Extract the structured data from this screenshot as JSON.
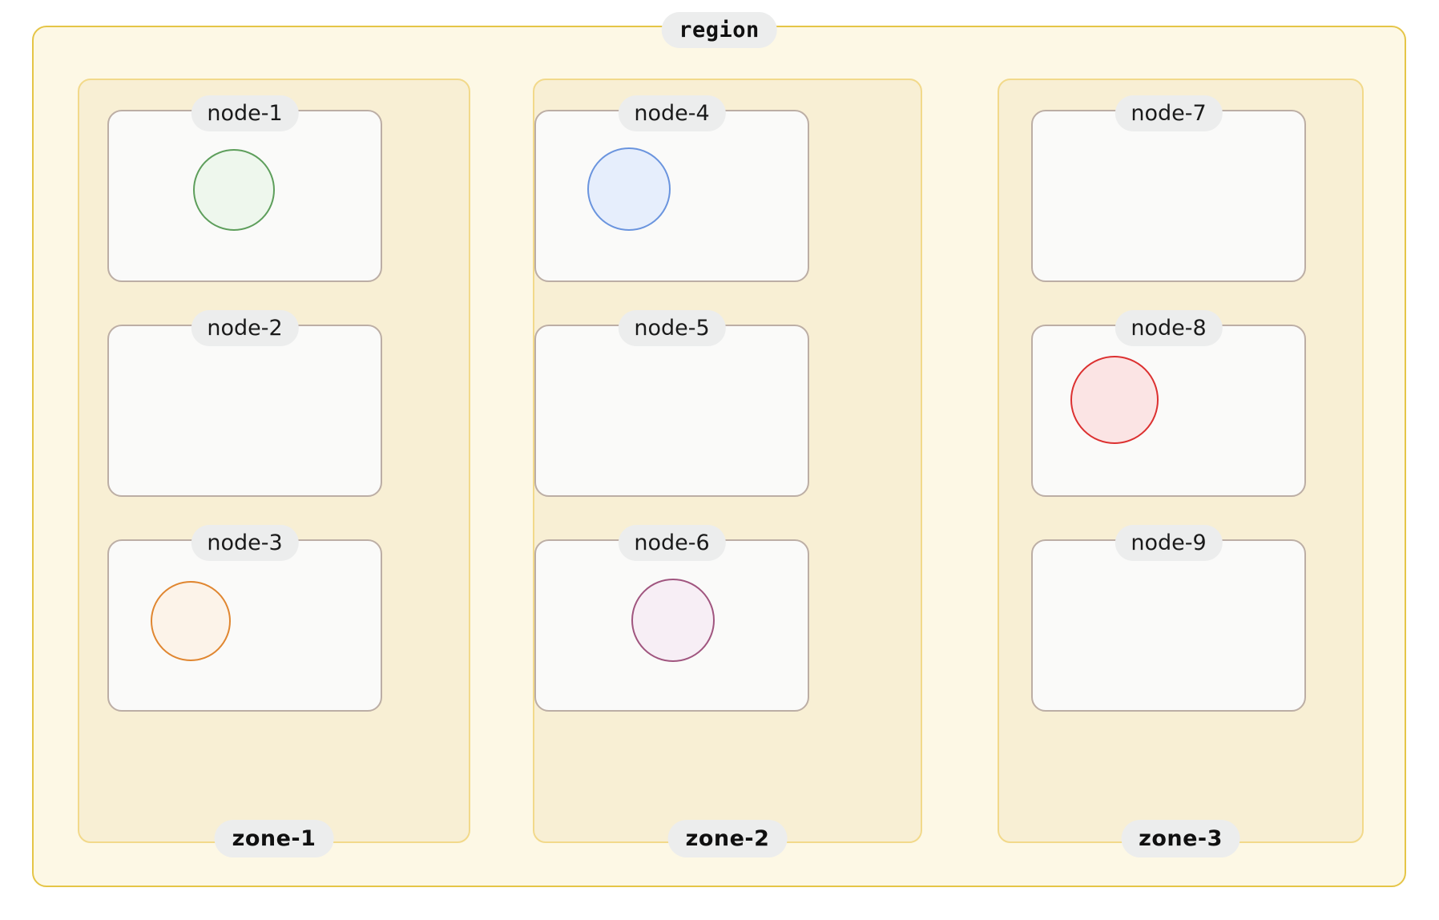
{
  "diagram": {
    "type": "nested-container-diagram",
    "background": "#ffffff",
    "region": {
      "label": "region",
      "border_color": "#e5c547",
      "fill_color": "#fdf8e5",
      "label_position": "top-center",
      "label_style": "bold-monospace"
    },
    "zone_style": {
      "border_color": "#f2d98a",
      "fill_color": "#f8efd4",
      "label_position": "bottom-center",
      "label_style": "bold-sans"
    },
    "node_style": {
      "border_color": "#bcaea5",
      "fill_color": "#fafaf9",
      "label_position": "top-center",
      "label_style": "regular-sans"
    },
    "label_pill_color": "#eceded",
    "zones": [
      {
        "id": "zone-1",
        "label": "zone-1",
        "nodes": [
          {
            "id": "node-1",
            "label": "node-1",
            "shape": "circle",
            "stroke": "#5d9e5b",
            "fill": "#eef7ed",
            "color_name": "green"
          },
          {
            "id": "node-2",
            "label": "node-2",
            "shape": null,
            "stroke": null,
            "fill": null,
            "color_name": null
          },
          {
            "id": "node-3",
            "label": "node-3",
            "shape": "circle",
            "stroke": "#e08630",
            "fill": "#fcf3e9",
            "color_name": "orange"
          }
        ]
      },
      {
        "id": "zone-2",
        "label": "zone-2",
        "nodes": [
          {
            "id": "node-4",
            "label": "node-4",
            "shape": "circle",
            "stroke": "#6a94de",
            "fill": "#e6eefc",
            "color_name": "blue"
          },
          {
            "id": "node-5",
            "label": "node-5",
            "shape": null,
            "stroke": null,
            "fill": null,
            "color_name": null
          },
          {
            "id": "node-6",
            "label": "node-6",
            "shape": "circle",
            "stroke": "#a0557f",
            "fill": "#f7eef5",
            "color_name": "purple"
          }
        ]
      },
      {
        "id": "zone-3",
        "label": "zone-3",
        "nodes": [
          {
            "id": "node-7",
            "label": "node-7",
            "shape": null,
            "stroke": null,
            "fill": null,
            "color_name": null
          },
          {
            "id": "node-8",
            "label": "node-8",
            "shape": "circle",
            "stroke": "#dc3030",
            "fill": "#fbe4e4",
            "color_name": "red"
          },
          {
            "id": "node-9",
            "label": "node-9",
            "shape": null,
            "stroke": null,
            "fill": null,
            "color_name": null
          }
        ]
      }
    ]
  }
}
